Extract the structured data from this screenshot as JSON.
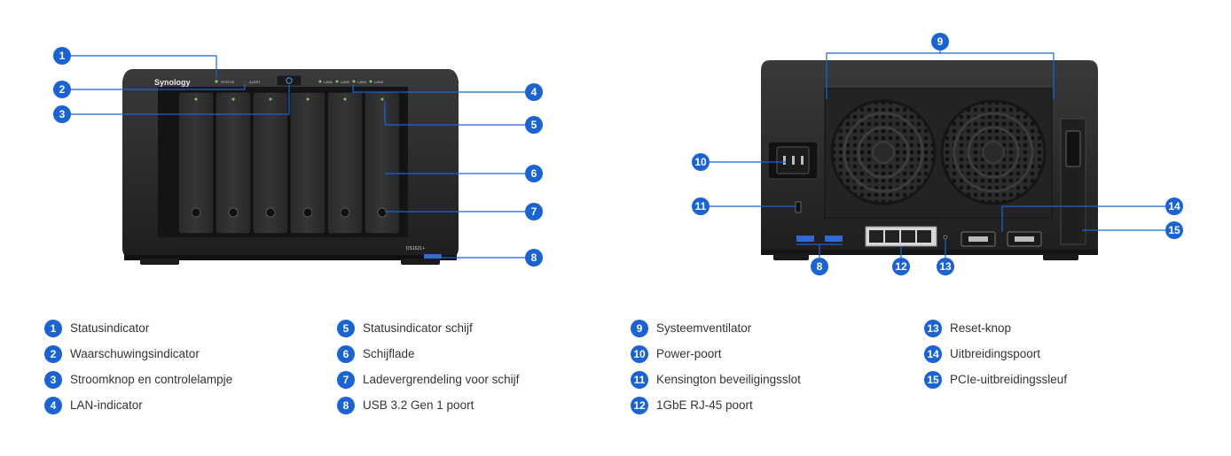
{
  "device_front": {
    "brand": "Synology",
    "model": "DS1621+",
    "led_labels": [
      "STATUS",
      "ALERT"
    ],
    "lan_labels": [
      "LAN1",
      "LAN2",
      "LAN3",
      "LAN4"
    ]
  },
  "callouts": {
    "front": [
      "1",
      "2",
      "3",
      "4",
      "5",
      "6",
      "7",
      "8"
    ],
    "back": [
      "9",
      "10",
      "11",
      "8",
      "12",
      "13",
      "14",
      "15"
    ]
  },
  "legend": {
    "columns": [
      [
        {
          "num": "1",
          "label": "Statusindicator"
        },
        {
          "num": "2",
          "label": "Waarschuwingsindicator"
        },
        {
          "num": "3",
          "label": "Stroomknop en controlelampje"
        },
        {
          "num": "4",
          "label": "LAN-indicator"
        }
      ],
      [
        {
          "num": "5",
          "label": "Statusindicator schijf"
        },
        {
          "num": "6",
          "label": "Schijflade"
        },
        {
          "num": "7",
          "label": "Ladevergrendeling voor schijf"
        },
        {
          "num": "8",
          "label": "USB 3.2 Gen 1 poort"
        }
      ],
      [
        {
          "num": "9",
          "label": "Systeemventilator"
        },
        {
          "num": "10",
          "label": "Power-poort"
        },
        {
          "num": "11",
          "label": "Kensington beveiligingsslot"
        },
        {
          "num": "12",
          "label": "1GbE RJ-45 poort"
        }
      ],
      [
        {
          "num": "13",
          "label": "Reset-knop"
        },
        {
          "num": "14",
          "label": "Uitbreidingspoort"
        },
        {
          "num": "15",
          "label": "PCIe-uitbreidingssleuf"
        }
      ]
    ]
  },
  "colors": {
    "badge": "#1a63d6",
    "device_body": "#2b2b2d",
    "leader_line": "#1a63d6"
  }
}
